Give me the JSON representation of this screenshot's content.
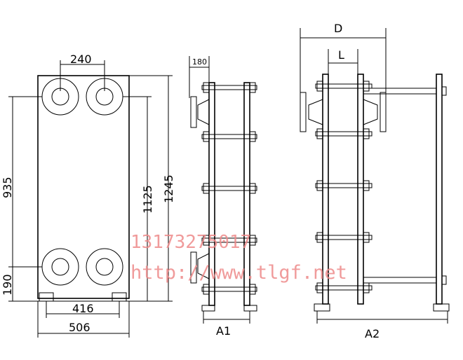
{
  "front_view": {
    "dims": {
      "port_spacing_top": "240",
      "overall_height": "1245",
      "port_center_height": "1125",
      "port_vertical_spacing": "935",
      "bottom_port_height": "190",
      "foot_spacing": "416",
      "overall_width": "506"
    }
  },
  "side_view_a1": {
    "dims": {
      "nozzle_length": "180"
    },
    "label": "A1"
  },
  "side_view_a2": {
    "dims": {
      "overall_d": "D",
      "pack_length": "L"
    },
    "label": "A2"
  },
  "watermark": {
    "phone": "13173275017",
    "url": "http://www.tlgf.net"
  },
  "colors": {
    "line": "#000000",
    "watermark": "#ee8a8a"
  }
}
